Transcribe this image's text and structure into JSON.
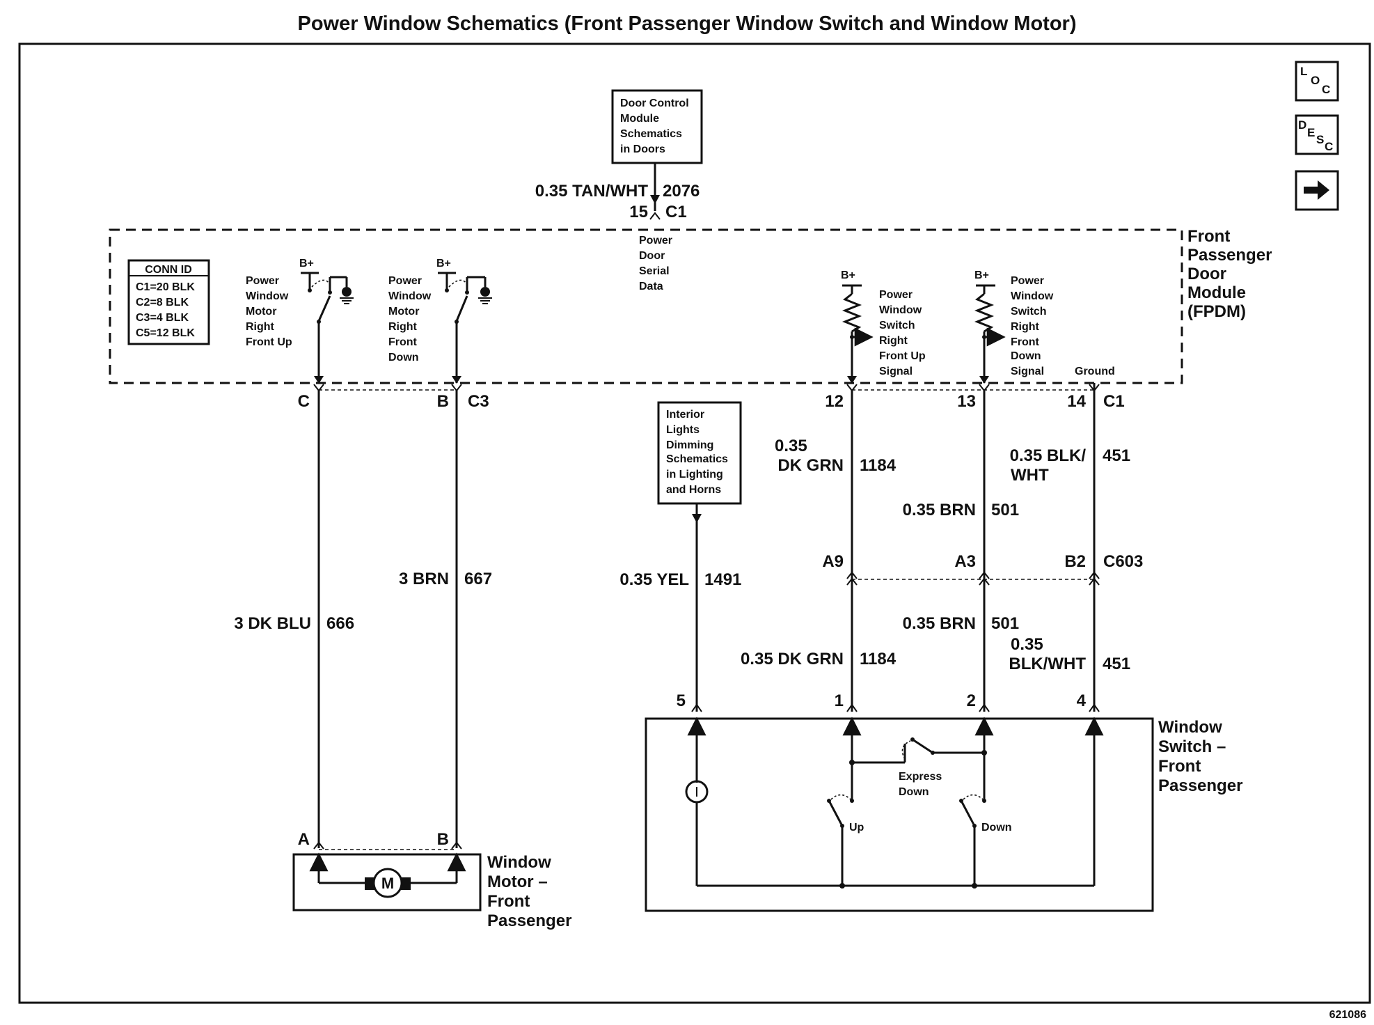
{
  "title": "Power Window Schematics (Front Passenger Window Switch and Window Motor)",
  "nav": {
    "loc": [
      "L",
      "O",
      "C"
    ],
    "desc": [
      "D",
      "E",
      "S",
      "C"
    ]
  },
  "door_control_ref": [
    "Door Control",
    "Module",
    "Schematics",
    "in Doors"
  ],
  "interior_lights_ref": [
    "Interior",
    "Lights",
    "Dimming",
    "Schematics",
    "in Lighting",
    "and Horns"
  ],
  "fpdm": {
    "label": [
      "Front",
      "Passenger",
      "Door",
      "Module",
      "(FPDM)"
    ],
    "conn_id": {
      "header": "CONN ID",
      "rows": [
        "C1=20 BLK",
        "C2=8 BLK",
        "C3=4 BLK",
        "C5=12 BLK"
      ]
    },
    "serial_data": [
      "Power",
      "Door",
      "Serial",
      "Data"
    ],
    "relay_up": [
      "Power",
      "Window",
      "Motor",
      "Right",
      "Front Up"
    ],
    "relay_down": [
      "Power",
      "Window",
      "Motor",
      "Right",
      "Front",
      "Down"
    ],
    "signal_up": [
      "Power",
      "Window",
      "Switch",
      "Right",
      "Front Up",
      "Signal"
    ],
    "signal_down": [
      "Power",
      "Window",
      "Switch",
      "Right",
      "Front",
      "Down",
      "Signal"
    ],
    "ground": "Ground",
    "bplus": "B+"
  },
  "connectors": {
    "c1_top_pin": "15",
    "c1_top_name": "C1",
    "pin_c": "C",
    "pin_b": "B",
    "c3_name": "C3",
    "pin_12": "12",
    "pin_13": "13",
    "pin_14": "14",
    "c1_name": "C1",
    "pin_a9": "A9",
    "pin_a3": "A3",
    "pin_b2": "B2",
    "c603_name": "C603",
    "sw_pin_5": "5",
    "sw_pin_1": "1",
    "sw_pin_2": "2",
    "sw_pin_4": "4",
    "motor_pin_a": "A",
    "motor_pin_b": "B"
  },
  "wires": {
    "serial": {
      "gauge_color": "0.35 TAN/WHT",
      "circuit": "2076"
    },
    "motor_up": {
      "gauge_color": "3 DK BLU",
      "circuit": "666"
    },
    "motor_down": {
      "gauge_color": "3 BRN",
      "circuit": "667"
    },
    "dimming": {
      "gauge_color": "0.35 YEL",
      "circuit": "1491"
    },
    "up_signal_upper": {
      "gauge": "0.35",
      "color": "DK GRN",
      "circuit": "1184"
    },
    "down_signal_upper": {
      "gauge_color": "0.35 BRN",
      "circuit": "501"
    },
    "ground_upper": {
      "gauge_color": "0.35 BLK/",
      "color2": "WHT",
      "circuit": "451"
    },
    "up_signal_lower": {
      "gauge_color": "0.35 DK GRN",
      "circuit": "1184"
    },
    "down_signal_lower": {
      "gauge_color": "0.35 BRN",
      "circuit": "501"
    },
    "ground_lower": {
      "gauge": "0.35",
      "color": "BLK/WHT",
      "circuit": "451"
    }
  },
  "window_switch": {
    "label": [
      "Window",
      "Switch –",
      "Front",
      "Passenger"
    ],
    "express_down": [
      "Express",
      "Down"
    ],
    "up": "Up",
    "down": "Down"
  },
  "window_motor": {
    "label": [
      "Window",
      "Motor –",
      "Front",
      "Passenger"
    ],
    "motor_symbol": "M"
  },
  "figure_number": "621086"
}
